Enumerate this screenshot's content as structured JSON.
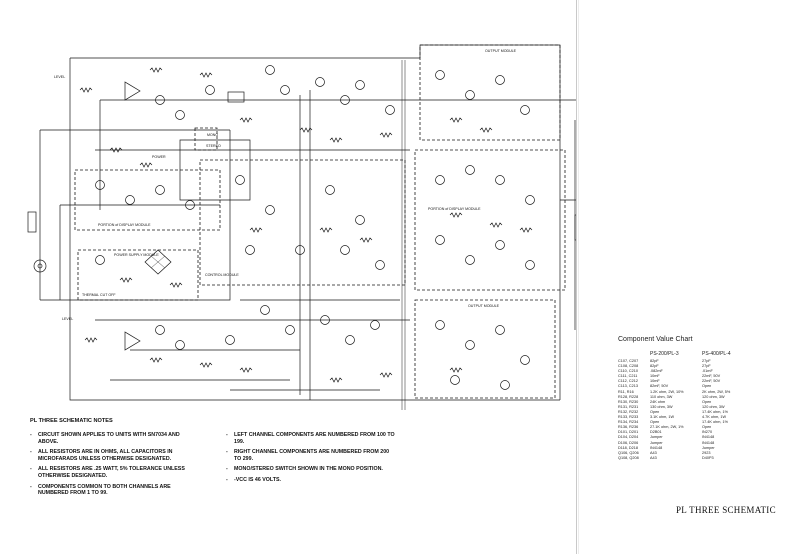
{
  "diagram": {
    "labels": {
      "level_top": "LEVEL",
      "level_bottom": "LEVEL",
      "output_module_top": "OUTPUT MODULE",
      "output_module_bottom": "OUTPUT MODULE",
      "display_module_left": "PORTION of DISPLAY MODULE",
      "display_module_right": "PORTION of DISPLAY MODULE",
      "power_supply": "POWER SUPPLY MODULE",
      "control_module": "CONTROL MODULE",
      "power": "POWER",
      "mono": "MONO",
      "stereo": "STEREO",
      "thermal": "THERMAL CUT OFF"
    }
  },
  "notes": {
    "title": "PL THREE SCHEMATIC NOTES",
    "left": [
      "CIRCUIT SHOWN APPLIES TO UNITS WITH SN7034 AND ABOVE.",
      "ALL RESISTORS ARE IN OHMS, ALL CAPACITORS IN MICROFARADS UNLESS OTHERWISE DESIGNATED.",
      "ALL RESISTORS ARE .25 WATT, 5% TOLERANCE UNLESS OTHERWISE DESIGNATED.",
      "COMPONENTS COMMON TO BOTH CHANNELS ARE NUMBERED FROM 1 TO 99."
    ],
    "right": [
      "LEFT CHANNEL COMPONENTS ARE NUMBERED FROM 100 TO 199.",
      "RIGHT CHANNEL COMPONENTS ARE NUMBERED FROM 200 TO 299.",
      "MONO/STEREO SWITCH SHOWN IN THE MONO POSITION.",
      "-VCC IS 46 VOLTS."
    ]
  },
  "component_chart": {
    "title": "Component Value Chart",
    "headers": [
      "PS-200/PL-3",
      "PS-400/PL-4"
    ],
    "rows": [
      [
        "C107, C207",
        "82pF",
        "27pF"
      ],
      [
        "C108, C208",
        "82pF",
        "27pF"
      ],
      [
        "C110, C210",
        ".082mF",
        ".01mF"
      ],
      [
        "C111, C211",
        "10mF",
        "22mF, 50V"
      ],
      [
        "C112, C212",
        "10mF",
        "22mF, 50V"
      ],
      [
        "C113, C213",
        "82mF, 50V",
        "Open"
      ],
      [
        "R11, R16",
        "1.2K ohm, 2W, 10%",
        "2K ohm, 2W, 5%"
      ],
      [
        "R128, R228",
        "110 ohm, 3W",
        "120 ohm, 3W"
      ],
      [
        "R130, R230",
        "24K ohm",
        "Open"
      ],
      [
        "R131, R231",
        "130 ohm, 3W",
        "120 ohm, 3W"
      ],
      [
        "R132, R232",
        "Open",
        "17.4K ohm, 1%"
      ],
      [
        "R133, R233",
        "3.1K ohm, 1W",
        "4.7K ohm, 1W"
      ],
      [
        "R134, R234",
        "Open",
        "17.4K ohm, 1%"
      ],
      [
        "R136, R236",
        "27.1K ohm, 2W, 1%",
        "Open"
      ],
      [
        "D101, D201",
        "D2B01",
        "IN270"
      ],
      [
        "D104, D204",
        "Jumper",
        "IN4148"
      ],
      [
        "D106, D206",
        "Jumper",
        "IN4148"
      ],
      [
        "D118, D218",
        "IN4148",
        "Jumper"
      ],
      [
        "Q106, Q206",
        "A43",
        "2923"
      ],
      [
        "Q108, Q208",
        "A43",
        "D40P3"
      ]
    ]
  },
  "footer": {
    "title": "PL THREE SCHEMATIC"
  }
}
